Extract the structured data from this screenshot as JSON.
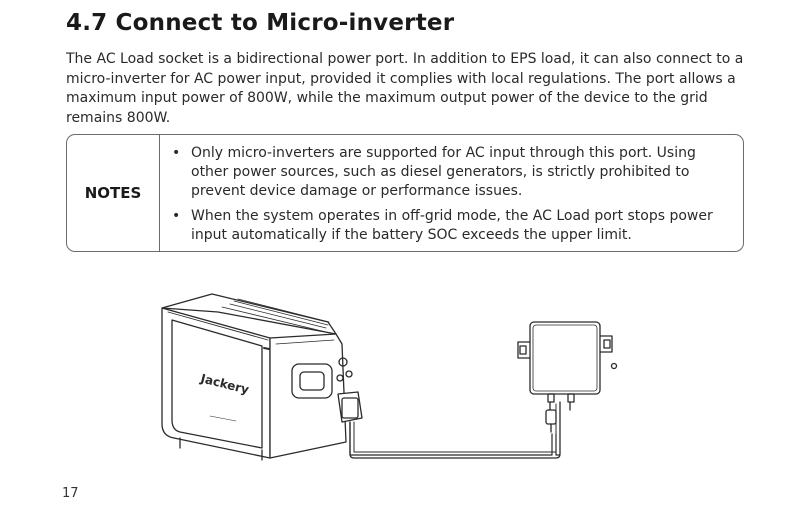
{
  "section": {
    "title": "4.7 Connect to Micro-inverter",
    "intro": "The AC Load socket is a bidirectional power port. In addition to EPS load, it can also connect to a micro-inverter for AC power input, provided it complies with local regulations. The port allows a maximum input power of 800W, while the maximum output power of the device to the grid remains 800W."
  },
  "notes": {
    "label": "NOTES",
    "items": [
      "Only micro-inverters are supported for AC input through this port. Using other power sources, such as diesel generators, is strictly prohibited to prevent device damage or performance issues.",
      "When the system operates in off-grid mode, the AC Load port stops power input automatically if the battery SOC exceeds the upper limit."
    ],
    "bullet": "•"
  },
  "illustration": {
    "brand_text": "Jackery",
    "colors": {
      "stroke": "#2b2b2b",
      "fill": "#ffffff"
    }
  },
  "page": {
    "number": "17"
  }
}
